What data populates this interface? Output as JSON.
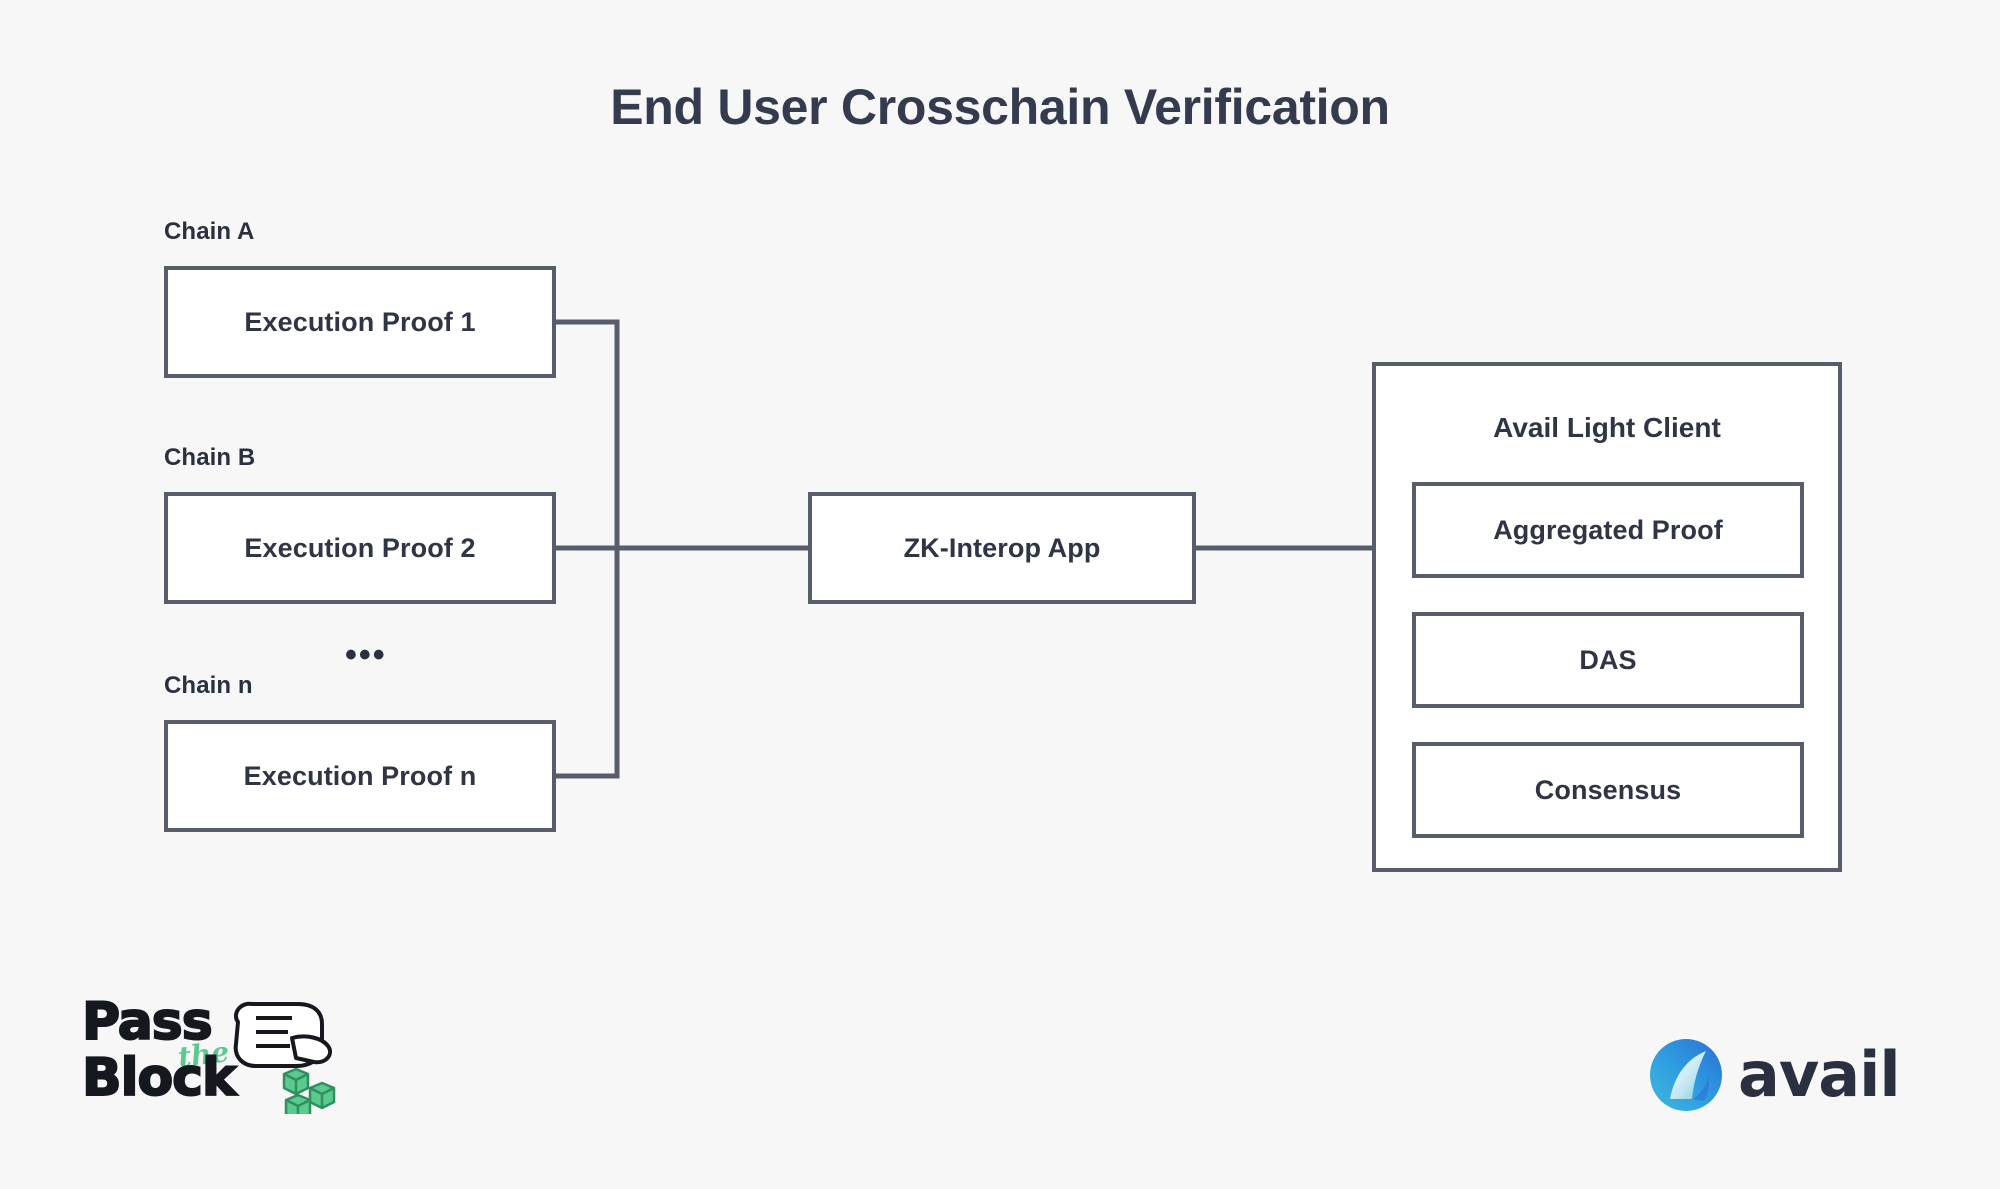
{
  "page": {
    "title": "End User Crosschain Verification",
    "background_color": "#f7f7f7",
    "ink_color": "#2f3545",
    "line_color": "#585d6c"
  },
  "chains": [
    {
      "label": "Chain A",
      "box": "Execution Proof 1"
    },
    {
      "label": "Chain B",
      "box": "Execution Proof 2"
    },
    {
      "label": "Chain n",
      "box": "Execution Proof n"
    }
  ],
  "ellipsis": "•••",
  "middle": {
    "app_label": "ZK-Interop App"
  },
  "light_client": {
    "title": "Avail Light Client",
    "modules": [
      {
        "label": "Aggregated Proof"
      },
      {
        "label": "DAS"
      },
      {
        "label": "Consensus"
      }
    ]
  },
  "logos": {
    "pass_the_block": {
      "word_top": "Pass",
      "word_script": "the",
      "word_bottom": "Block",
      "script_color": "#5cc98f",
      "text_color": "#16181f",
      "cube_color": "#5cc98f"
    },
    "avail": {
      "wordmark": "avail",
      "text_color": "#2b3040",
      "mark_color_light": "#4cc3ee",
      "mark_color_mid": "#2f9fe0",
      "mark_color_deep": "#2a6fd6"
    }
  }
}
